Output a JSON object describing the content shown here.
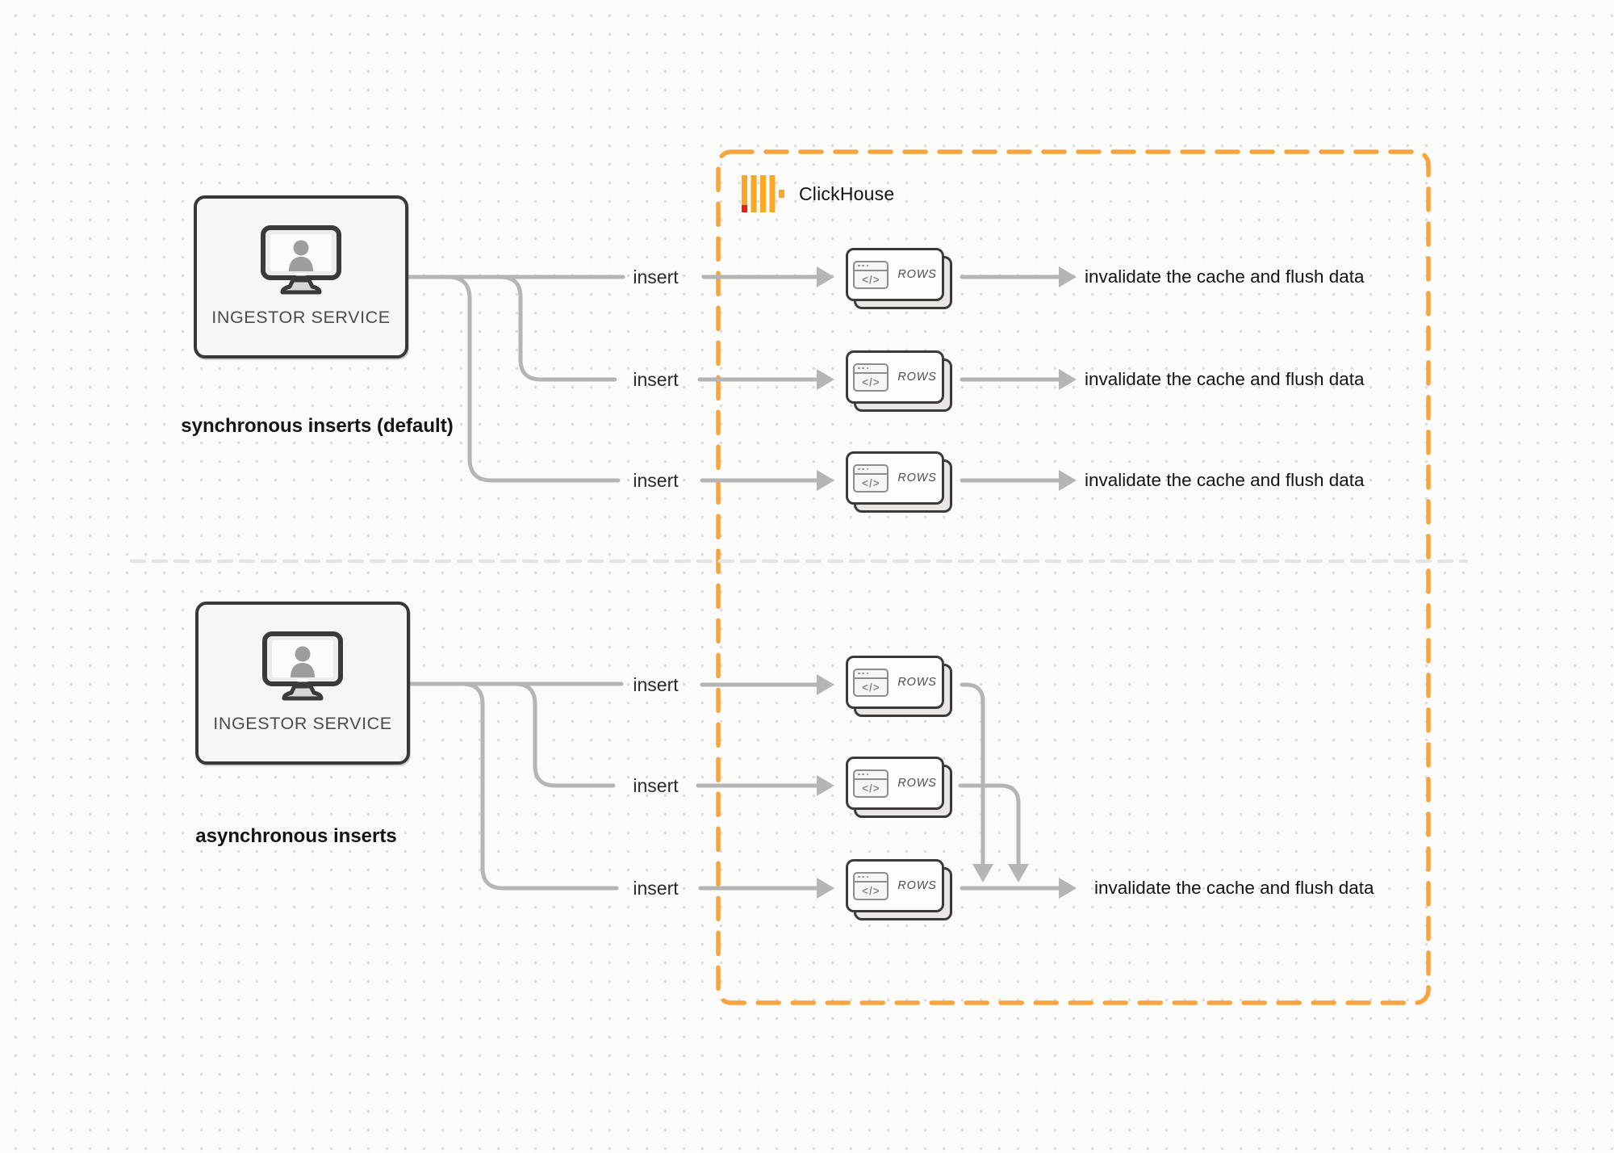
{
  "clickhouse": {
    "name": "ClickHouse"
  },
  "labels": {
    "ingestor": "INGESTOR SERVICE",
    "insert": "insert",
    "invalidate": "invalidate the cache and flush data",
    "rows": "ROWS",
    "code_glyph": "</>"
  },
  "sections": {
    "sync": {
      "caption": "synchronous inserts (default)",
      "rows_count": 3
    },
    "async": {
      "caption": "asynchronous inserts",
      "rows_count": 3
    }
  },
  "icons": {
    "monitor-user-icon": "desktop monitor with user silhouette",
    "clickhouse-logo-icon": "vertical amber bars with red tip",
    "browser-code-icon": "browser window with </> glyph",
    "arrow-icon": "gray arrow connector"
  },
  "colors": {
    "accent_orange": "#F7A43C",
    "logo_yellow": "#F9A826",
    "logo_red": "#EC1D0D",
    "connector_gray": "#b5b5b5",
    "node_border": "#3a3a3a",
    "background": "#fbfbfa",
    "grid_dot": "#dedede"
  }
}
